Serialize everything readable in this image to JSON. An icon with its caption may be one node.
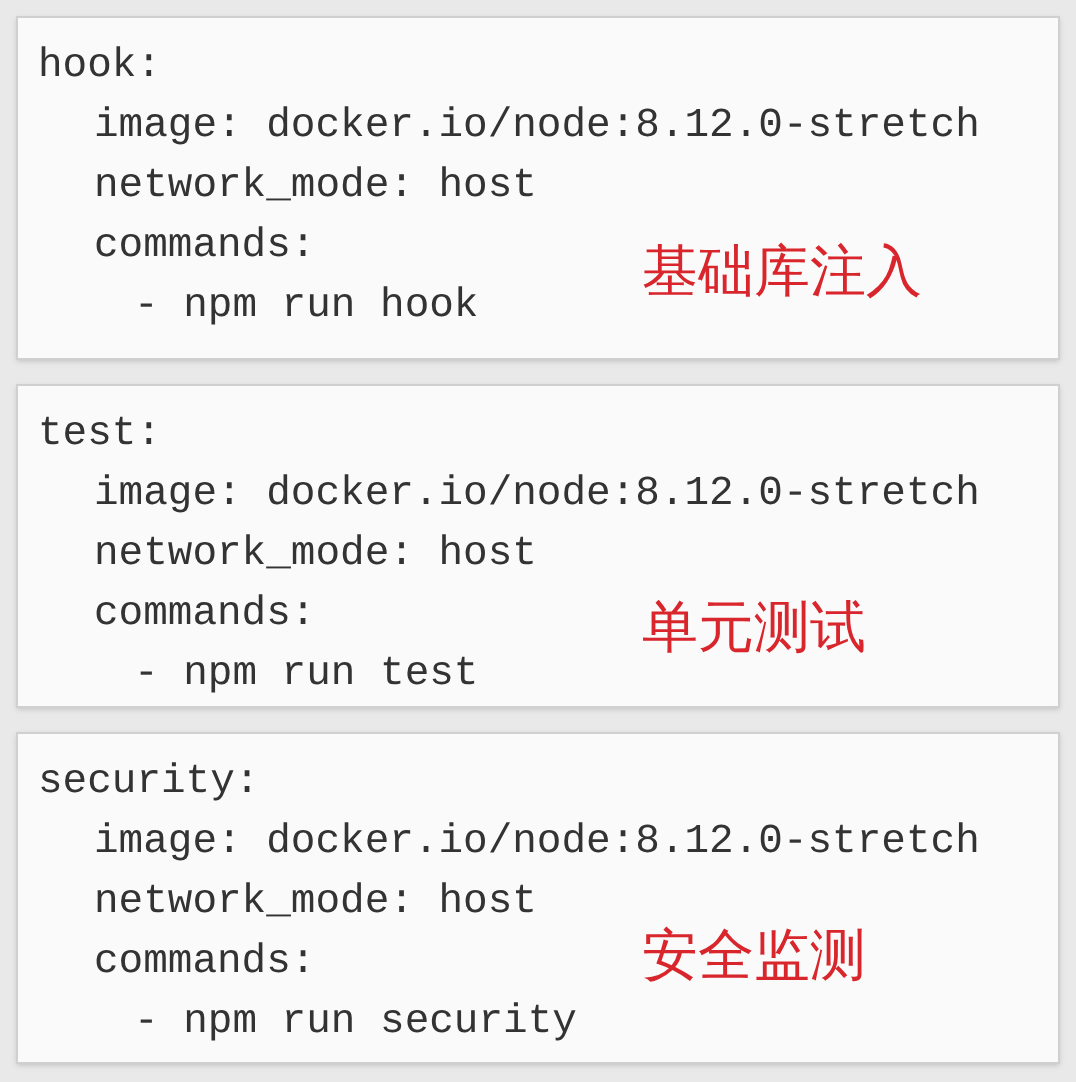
{
  "diagram": {
    "nodes": [
      {
        "text": [
          "hook:",
          "image: docker.io/node:8.12.0-stretch",
          "network_mode: host",
          "commands:",
          "- npm run hook",
          "基础库注入"
        ]
      },
      {
        "text": [
          "test:",
          "image: docker.io/node:8.12.0-stretch",
          "network_mode: host",
          "commands:",
          "- npm run test",
          "单元测试"
        ]
      },
      {
        "text": [
          "security:",
          "image: docker.io/node:8.12.0-stretch",
          "network_mode: host",
          "commands:",
          "- npm run security",
          "安全监测"
        ]
      }
    ]
  }
}
